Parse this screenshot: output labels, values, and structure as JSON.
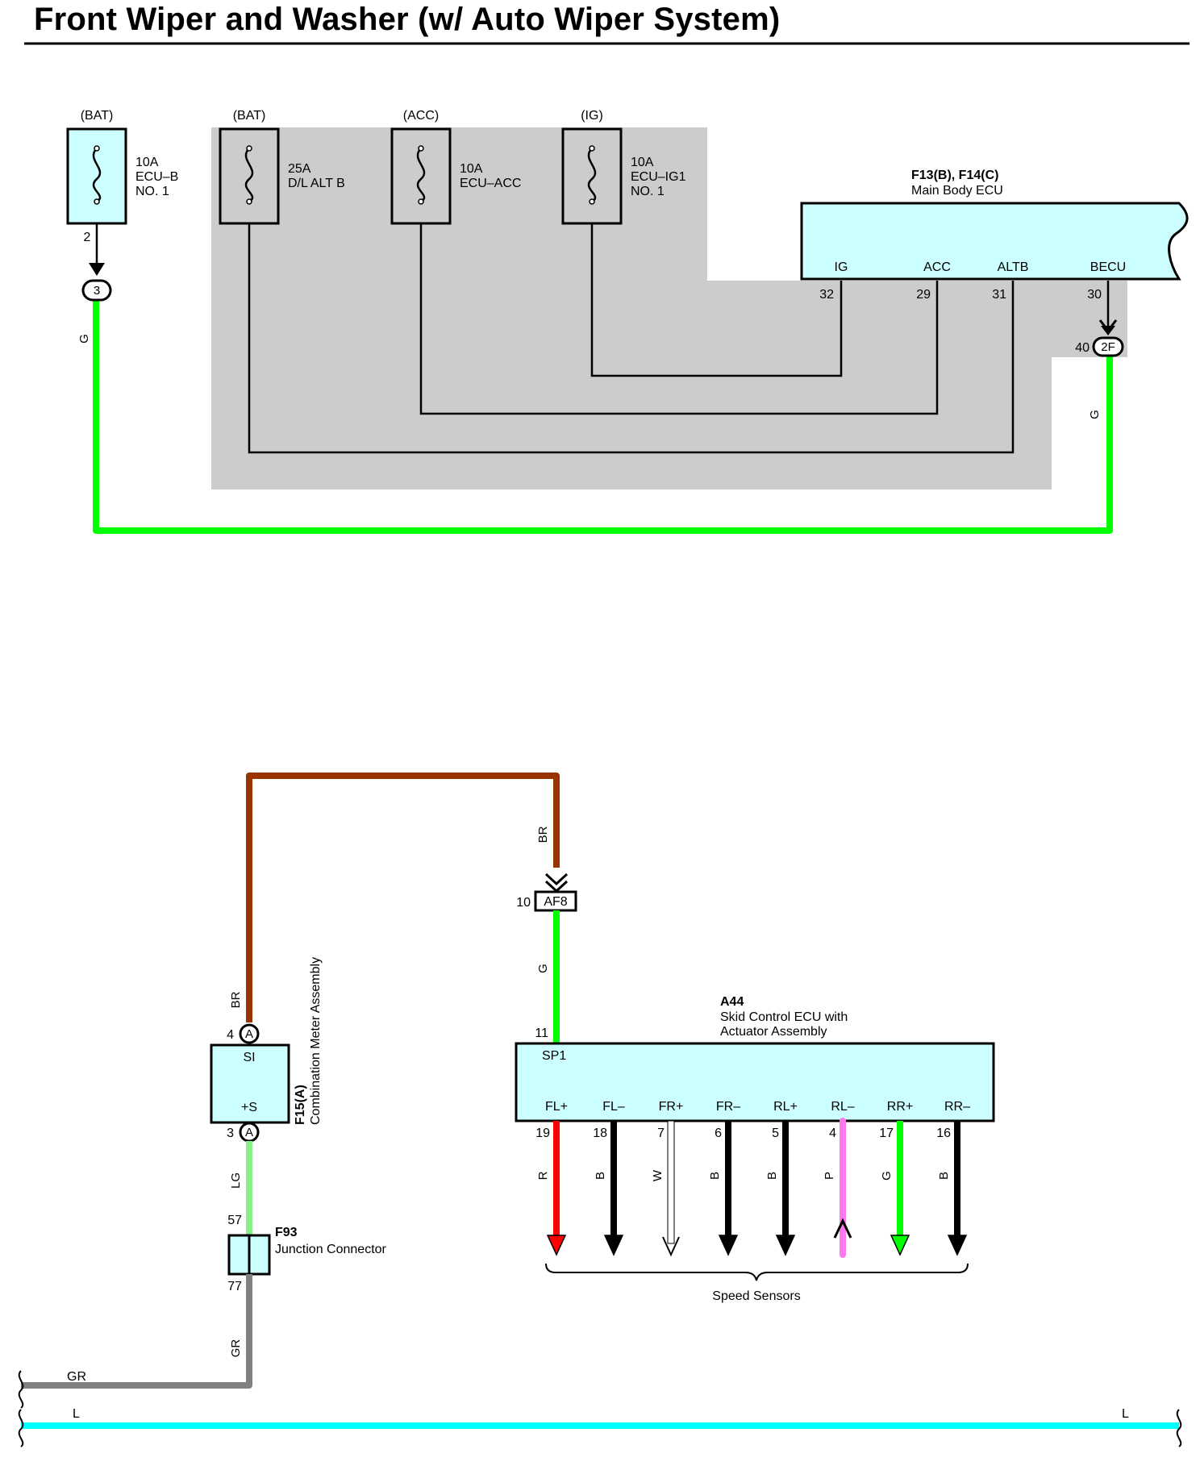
{
  "page": {
    "title": "Front Wiper and Washer (w/ Auto Wiper System)"
  },
  "fuses": [
    {
      "source": "(BAT)",
      "rating": "10A",
      "name_line1": "ECU–B",
      "name_line2": "NO. 1",
      "pin": "2"
    },
    {
      "source": "(BAT)",
      "rating": "25A",
      "name_line1": "D/L ALT B",
      "name_line2": ""
    },
    {
      "source": "(ACC)",
      "rating": "10A",
      "name_line1": "ECU–ACC",
      "name_line2": ""
    },
    {
      "source": "(IG)",
      "rating": "10A",
      "name_line1": "ECU–IG1",
      "name_line2": "NO. 1"
    }
  ],
  "connectors": {
    "c3": "3",
    "c2f": "2F",
    "c2f_pin": "40",
    "af8": "AF8",
    "af8_pin": "10",
    "f93_in_pin": "57",
    "f93_out_pin": "77"
  },
  "main_body_ecu": {
    "code": "F13(B), F14(C)",
    "name": "Main Body ECU",
    "terminals": [
      {
        "label": "IG",
        "pin": "32"
      },
      {
        "label": "ACC",
        "pin": "29"
      },
      {
        "label": "ALTB",
        "pin": "31"
      },
      {
        "label": "BECU",
        "pin": "30"
      }
    ]
  },
  "combination_meter": {
    "code": "F15(A)",
    "name": "Combination Meter Assembly",
    "terminal_top": "SI",
    "terminal_bottom": "+S",
    "pin_top": "4",
    "pin_bottom": "3",
    "conn_letter": "A"
  },
  "junction_connector": {
    "code": "F93",
    "name": "Junction Connector"
  },
  "skid_ecu": {
    "code": "A44",
    "name_line1": "Skid Control ECU with",
    "name_line2": "Actuator Assembly",
    "sp1_label": "SP1",
    "sp1_pin": "11",
    "sensors": [
      {
        "label": "FL+",
        "pin": "19",
        "wire": "R",
        "color": "#ff0000"
      },
      {
        "label": "FL–",
        "pin": "18",
        "wire": "B",
        "color": "#000000"
      },
      {
        "label": "FR+",
        "pin": "7",
        "wire": "W",
        "color": "#ffffff"
      },
      {
        "label": "FR–",
        "pin": "6",
        "wire": "B",
        "color": "#000000"
      },
      {
        "label": "RL+",
        "pin": "5",
        "wire": "B",
        "color": "#000000"
      },
      {
        "label": "RL–",
        "pin": "4",
        "wire": "P",
        "color": "#ff77ee"
      },
      {
        "label": "RR+",
        "pin": "17",
        "wire": "G",
        "color": "#00ff00"
      },
      {
        "label": "RR–",
        "pin": "16",
        "wire": "B",
        "color": "#000000"
      }
    ],
    "sensor_group": "Speed Sensors"
  },
  "wires": {
    "g1": "G",
    "g2": "G",
    "br1": "BR",
    "br2": "BR",
    "g3": "G",
    "lg": "LG",
    "gr1": "GR",
    "gr2": "GR",
    "l1": "L",
    "l2": "L"
  },
  "colors": {
    "shade": "#cccccc",
    "component_fill": "#ccffff",
    "G": "#00ff00",
    "BR": "#993300",
    "LG": "#88ee88",
    "GR": "#808080",
    "L": "#00ffff"
  }
}
